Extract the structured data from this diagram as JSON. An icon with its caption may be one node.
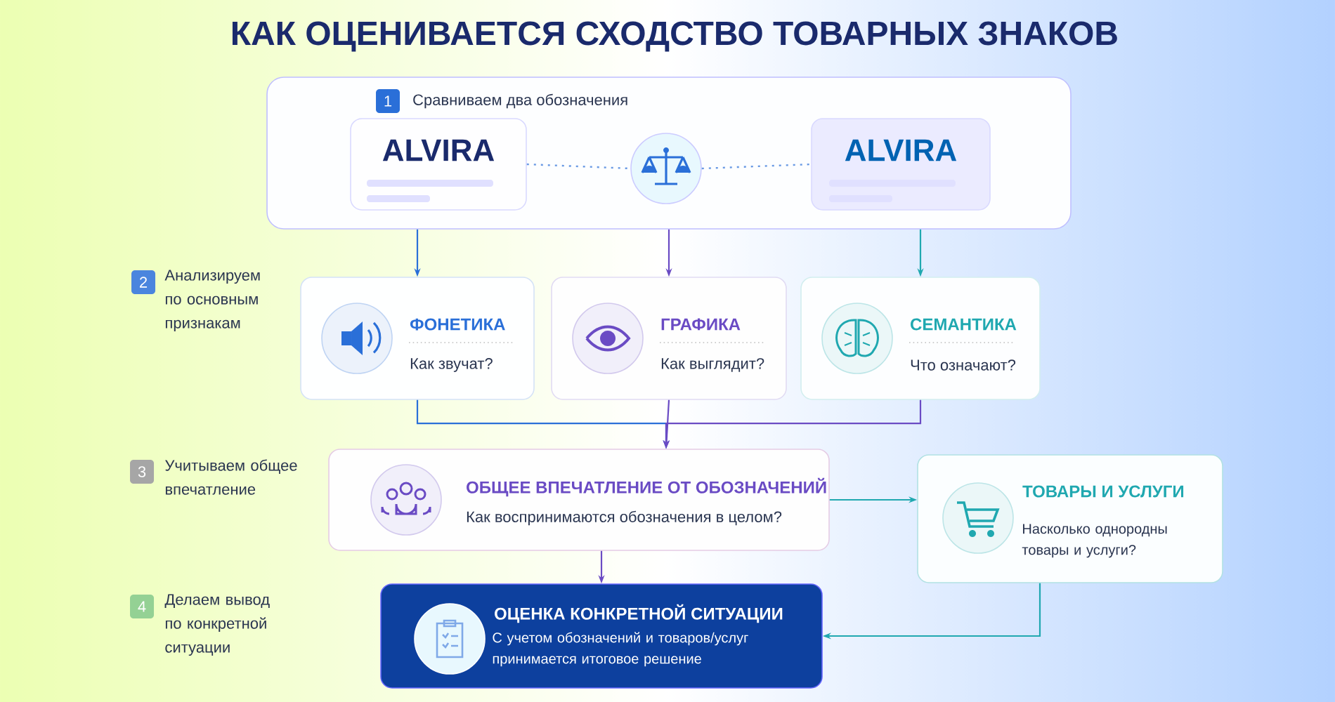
{
  "diagram": {
    "title": "КАК ОЦЕНИВАЕТСЯ СХОДСТВО ТОВАРНЫХ ЗНАКОВ",
    "nodes": [
      {
        "text": [
          "Сравниваем два обозначения"
        ]
      },
      {
        "text": [
          "ALVIRA"
        ],
        "in": 0
      },
      {
        "text": [],
        "shape": "circle",
        "in": 0
      },
      {
        "text": [
          "ALVIRA"
        ],
        "in": 0
      },
      {
        "text": [
          "ФОНЕТИКА",
          "Как звучат?"
        ]
      },
      {
        "text": [
          "ГРАФИКА",
          "Как выглядит?"
        ]
      },
      {
        "text": [
          "СЕМАНТИКА",
          "Что означают?"
        ]
      },
      {
        "text": [
          "ОБЩЕЕ ВПЕЧАТЛЕНИЕ ОТ ОБОЗНАЧЕНИЙ",
          "Как воспринимаются обозначения в целом?"
        ]
      },
      {
        "text": [
          "ТОВАРЫ И УСЛУГИ",
          "Насколько однородны товары и услуги?"
        ]
      },
      {
        "text": [
          "ОЦЕНКА КОНКРЕТНОЙ СИТУАЦИИ",
          "С учетом обозначений и товаров/услуг принимается итоговое решение"
        ]
      }
    ],
    "edges": [
      {
        "from": 1,
        "to": 2,
        "arrow": "none",
        "style": "dashed"
      },
      {
        "from": 2,
        "to": 3,
        "arrow": "none",
        "style": "dashed"
      },
      {
        "from": 0,
        "to": 4,
        "arrow": "to",
        "color": "#2a6fd8"
      },
      {
        "from": 0,
        "to": 5,
        "arrow": "to",
        "color": "#6a4bc4"
      },
      {
        "from": 0,
        "to": 6,
        "arrow": "to",
        "color": "#20a8b0"
      },
      {
        "from": 4,
        "to": 7,
        "arrow": "to",
        "color": "#2a6fd8"
      },
      {
        "from": 5,
        "to": 7,
        "arrow": "to",
        "color": "#6a4bc4"
      },
      {
        "from": 6,
        "to": 7,
        "arrow": "to",
        "color": "#6a4bc4"
      },
      {
        "from": 7,
        "to": 8,
        "arrow": "to",
        "color": "#20a8b0"
      },
      {
        "from": 7,
        "to": 9,
        "arrow": "to",
        "color": "#6a4bc4"
      },
      {
        "from": 8,
        "to": 9,
        "arrow": "to",
        "color": "#20a8b0"
      }
    ],
    "labels": [
      "1",
      "2",
      "Анализируем по основным признакам",
      "3",
      "Учитываем общее впечатление",
      "4",
      "Делаем вывод по конкретной ситуации"
    ]
  }
}
